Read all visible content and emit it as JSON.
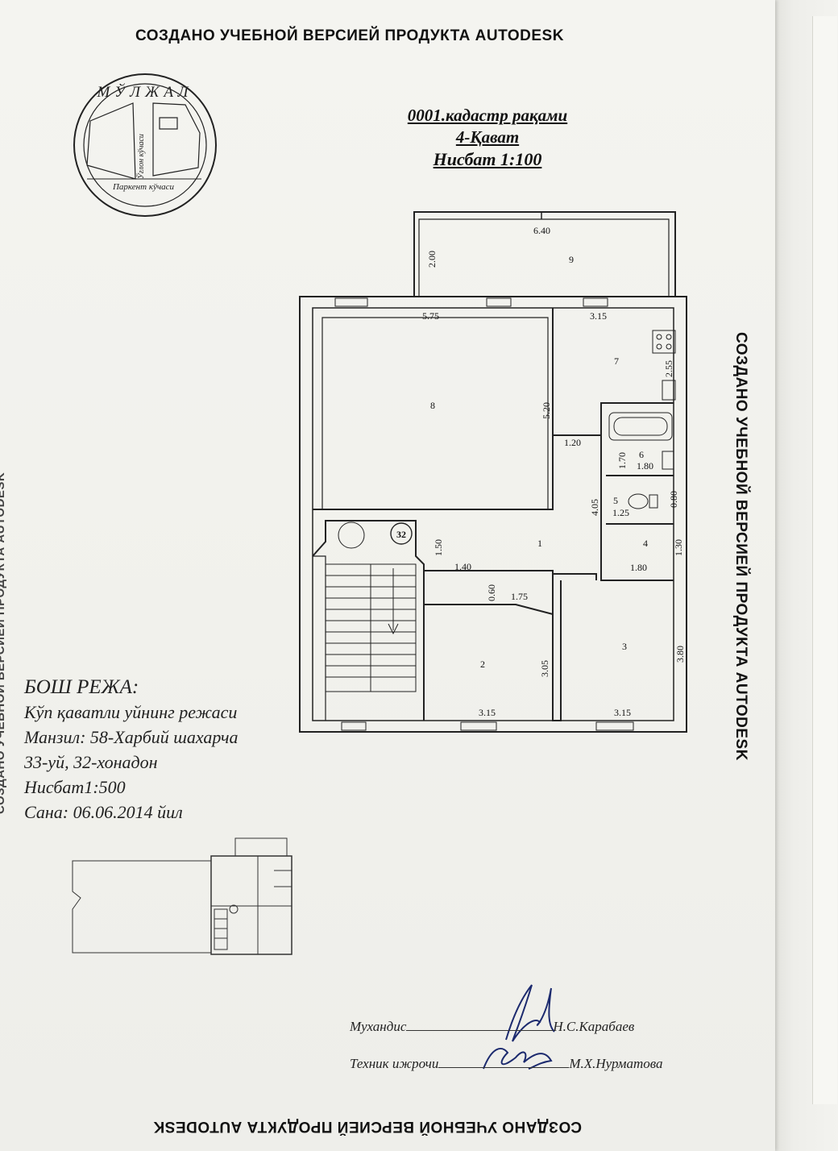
{
  "watermarks": {
    "top": "СОЗДАНО УЧЕБНОЙ ВЕРСИЕЙ ПРОДУКТА AUTODESK",
    "right": "СОЗДАНО УЧЕБНОЙ ВЕРСИЕЙ ПРОДУКТА AUTODESK",
    "bottom": "СОЗДАНО УЧЕБНОЙ ВЕРСИЕЙ ПРОДУКТА AUTODESK",
    "left": "СОЗДАНО УЧЕБНОЙ ВЕРСИЕЙ ПРОДУКТА AUTODESK"
  },
  "stamp": {
    "ring_text": "МЎЛЖАЛ",
    "street_vertical": "Ўғлон кўчаси",
    "street_bottom": "Паркент кўчаси"
  },
  "title": {
    "cadastre": "0001.кадастр рақами",
    "floor": "4-Қават",
    "scale": "Нисбат 1:100"
  },
  "apartment_number": "32",
  "rooms": [
    {
      "id": "1",
      "label": "1"
    },
    {
      "id": "2",
      "label": "2"
    },
    {
      "id": "3",
      "label": "3"
    },
    {
      "id": "4",
      "label": "4"
    },
    {
      "id": "5",
      "label": "5"
    },
    {
      "id": "6",
      "label": "6"
    },
    {
      "id": "7",
      "label": "7"
    },
    {
      "id": "8",
      "label": "8"
    },
    {
      "id": "9",
      "label": "9"
    }
  ],
  "dimensions": {
    "balcony_width": "6.40",
    "balcony_depth": "2.00",
    "room8_width": "5.75",
    "room8_depth": "5.20",
    "room7_width": "3.15",
    "room7_depth": "2.55",
    "corridor_small": "1.20",
    "room6_depth": "1.70",
    "room6_width": "1.80",
    "room5_width": "1.25",
    "room5_depth": "0.80",
    "hall_depth": "4.05",
    "room4_depth": "1.30",
    "room4_width": "1.80",
    "hall_upper": "1.50",
    "niche_width": "1.40",
    "niche_depth": "0.60",
    "hall_lower": "1.75",
    "room2_depth": "3.05",
    "room2_width": "3.15",
    "room3_depth": "3.80",
    "room3_width": "3.15"
  },
  "info": {
    "heading": "БОШ РЕЖА:",
    "line1": "Кўп қаватли уйнинг режаси",
    "line2": "Манзил: 58-Харбий шахарча",
    "line3": "33-уй, 32-хонадон",
    "line4": "Нисбат1:500",
    "line5": "Сана: 06.06.2014 йил"
  },
  "signatures": {
    "engineer_role": "Мухандис",
    "engineer_name": "Н.С.Карабаев",
    "technician_role": "Техник ижрочи",
    "technician_name": "М.Х.Нурматова"
  },
  "colors": {
    "paper": "#f2f2ee",
    "ink": "#222222",
    "signature_ink": "#1c2a6e"
  }
}
